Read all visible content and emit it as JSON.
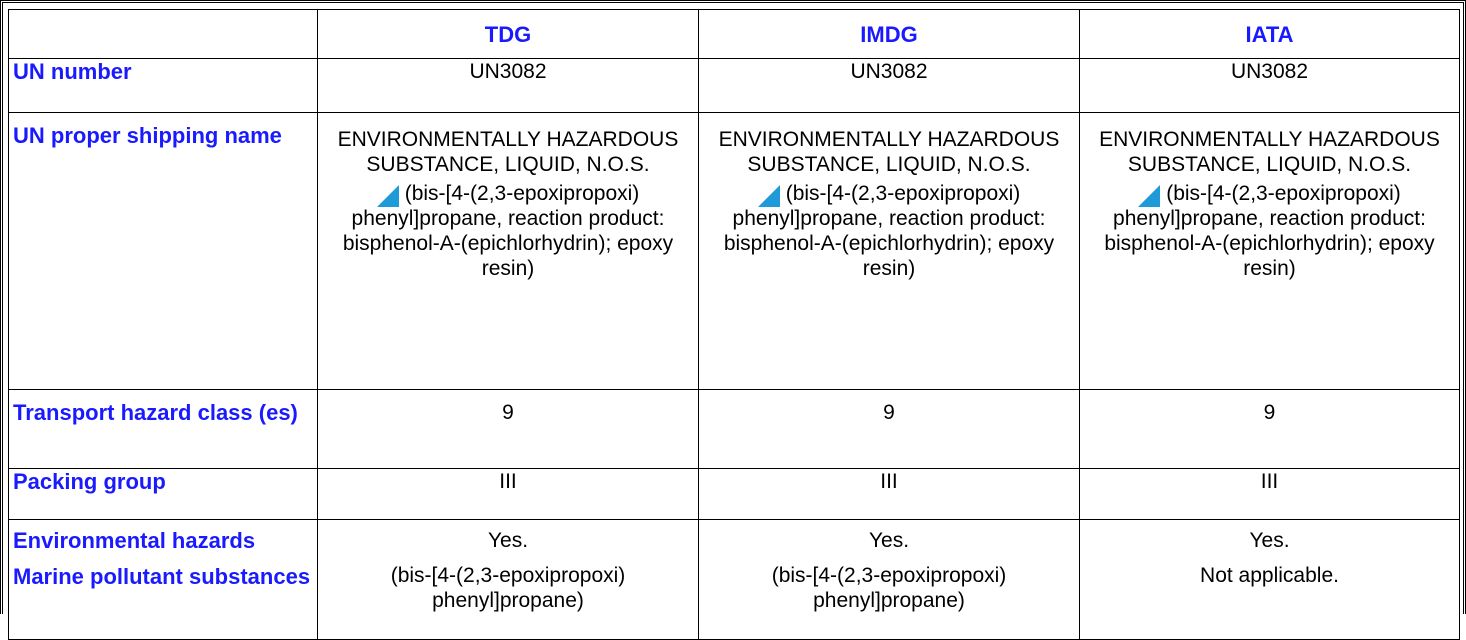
{
  "columns": [
    "TDG",
    "IMDG",
    "IATA"
  ],
  "rows": {
    "un_number": {
      "label": "UN number",
      "values": [
        "UN3082",
        "UN3082",
        "UN3082"
      ]
    },
    "shipping_name": {
      "label": "UN proper shipping name",
      "main": "ENVIRONMENTALLY HAZARDOUS SUBSTANCE, LIQUID, N.O.S.",
      "sub": "(bis-[4-(2,3-epoxipropoxi) phenyl]propane, reaction product: bisphenol-A-(epichlorhydrin); epoxy resin)"
    },
    "hazard_class": {
      "label": "Transport hazard class (es)",
      "values": [
        "9",
        "9",
        "9"
      ]
    },
    "packing_group": {
      "label": "Packing group",
      "values": [
        "III",
        "III",
        "III"
      ]
    },
    "environmental": {
      "label_env": "Environmental hazards",
      "label_marine": "Marine pollutant substances",
      "env_values": [
        "Yes.",
        "Yes.",
        "Yes."
      ],
      "marine_values": [
        "(bis-[4-(2,3-epoxipropoxi) phenyl]propane)",
        "(bis-[4-(2,3-epoxipropoxi) phenyl]propane)",
        "Not applicable."
      ]
    }
  },
  "colors": {
    "label": "#1a1aff",
    "marker": "#1e9ad8"
  },
  "icons": {
    "marker": "triangle-marker-icon"
  }
}
